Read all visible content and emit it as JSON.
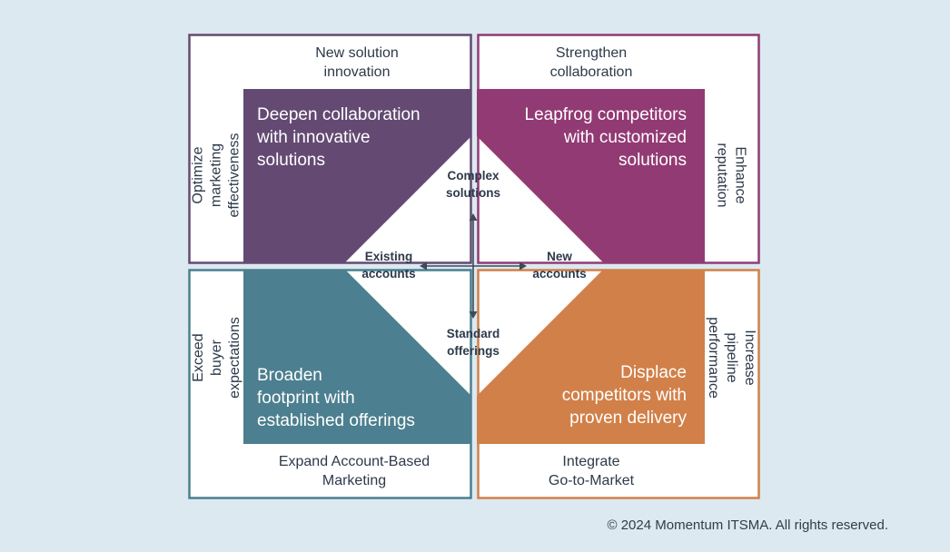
{
  "colors": {
    "background": "#dce9f0",
    "purple": "#644a72",
    "magenta": "#923a74",
    "teal": "#4c7f8f",
    "orange": "#d18049",
    "text": "#2d3a4a",
    "arrow": "#3d4a58"
  },
  "quadrants": {
    "top_left": {
      "inner": "Deepen collaboration\nwith innovative\nsolutions",
      "top": "New solution\ninnovation",
      "side": "Optimize marketing\neffectiveness"
    },
    "top_right": {
      "inner": "Leapfrog competitors\nwith customized\nsolutions",
      "top": "Strengthen\ncollaboration",
      "side": "Enhance\nreputation"
    },
    "bottom_left": {
      "inner": "Broaden\nfootprint with\nestablished offerings",
      "bottom": "Expand Account-Based\nMarketing",
      "side": "Exceed buyer\nexpectations"
    },
    "bottom_right": {
      "inner": "Displace\ncompetitors with\nproven delivery",
      "bottom": "Integrate\nGo-to-Market",
      "side": "Increase pipeline\nperformance"
    }
  },
  "axes": {
    "top": "Complex\nsolutions",
    "bottom": "Standard\nofferings",
    "left": "Existing\naccounts",
    "right": "New\naccounts"
  },
  "copyright": "© 2024 Momentum ITSMA. All rights reserved."
}
